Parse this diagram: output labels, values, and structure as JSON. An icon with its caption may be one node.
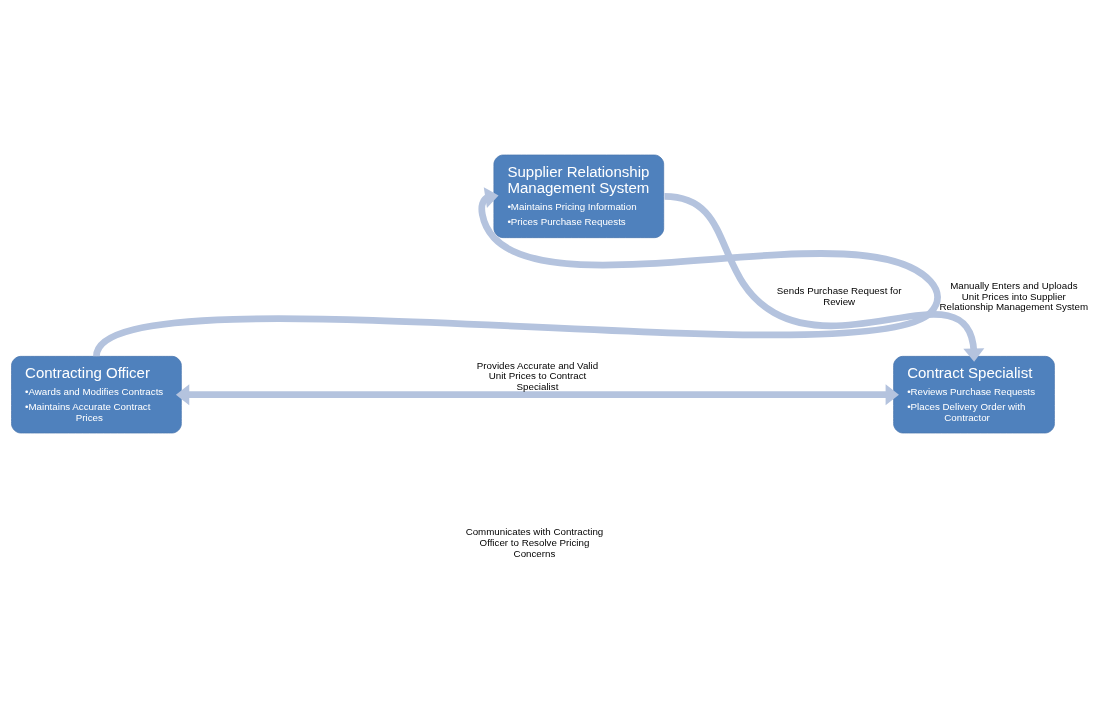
{
  "diagram": {
    "nodes": [
      {
        "text": [
          "Supplier Relationship Management System",
          "•Maintains Pricing Information",
          "•Prices Purchase Requests"
        ]
      },
      {
        "text": [
          "Contracting Officer",
          "•Awards and Modifies Contracts",
          "•Maintains Accurate Contract Prices"
        ]
      },
      {
        "text": [
          "Contract Specialist",
          "•Reviews Purchase Requests",
          "•Places Delivery Order with Contractor"
        ]
      }
    ],
    "edges": [
      {
        "from": 1,
        "to": 0,
        "arrow": "to",
        "label": "Manually Enters and Uploads Unit Prices into Supplier Relationship Management System"
      },
      {
        "from": 0,
        "to": 2,
        "arrow": "to",
        "label": "Sends Purchase Request for Review"
      },
      {
        "from": 1,
        "to": 2,
        "arrow": "both",
        "label": "Provides Accurate and Valid Unit Prices to Contract Specialist"
      }
    ],
    "labels": [
      "Communicates with Contracting Officer to Resolve Pricing Concerns"
    ]
  }
}
